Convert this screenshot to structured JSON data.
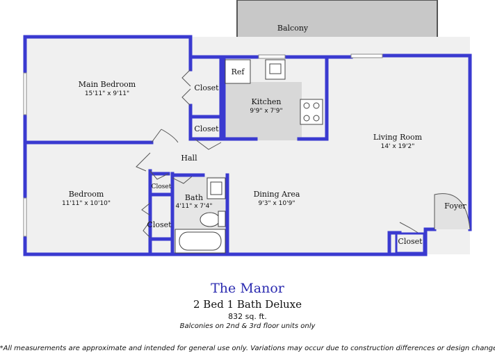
{
  "rooms": {
    "balcony": {
      "name": "Balcony"
    },
    "main_bedroom": {
      "name": "Main Bedroom",
      "dims": "15'11\" x 9'11\""
    },
    "closet_main": {
      "name": "Closet"
    },
    "closet_hall": {
      "name": "Closet"
    },
    "ref": {
      "name": "Ref"
    },
    "kitchen": {
      "name": "Kitchen",
      "dims": "9'9\" x 7'9\""
    },
    "living_room": {
      "name": "Living Room",
      "dims": "14' x 19'2\""
    },
    "hall": {
      "name": "Hall"
    },
    "bedroom": {
      "name": "Bedroom",
      "dims": "11'11\" x 10'10\""
    },
    "closet_small": {
      "name": "Closet"
    },
    "closet_bedroom": {
      "name": "Closet"
    },
    "bath": {
      "name": "Bath",
      "dims": "4'11\" x 7'4\""
    },
    "dining": {
      "name": "Dining Area",
      "dims": "9'3\" x 10'9\""
    },
    "foyer": {
      "name": "Foyer"
    },
    "closet_foyer": {
      "name": "Closet"
    }
  },
  "caption": {
    "title": "The Manor",
    "subtitle": "2 Bed 1 Bath Deluxe",
    "area": "832 sq. ft.",
    "note": "Balconies on 2nd & 3rd floor units only",
    "disclaimer": "*All measurements are approximate and intended for general use only. Variations may occur due to construction differences or design changes"
  },
  "colors": {
    "wall": "#3a3ad0",
    "floor": "#f0f0f0",
    "balcony": "#c8c8c8",
    "kitchen_floor": "#d8d8d8",
    "title": "#2b2bb0"
  }
}
